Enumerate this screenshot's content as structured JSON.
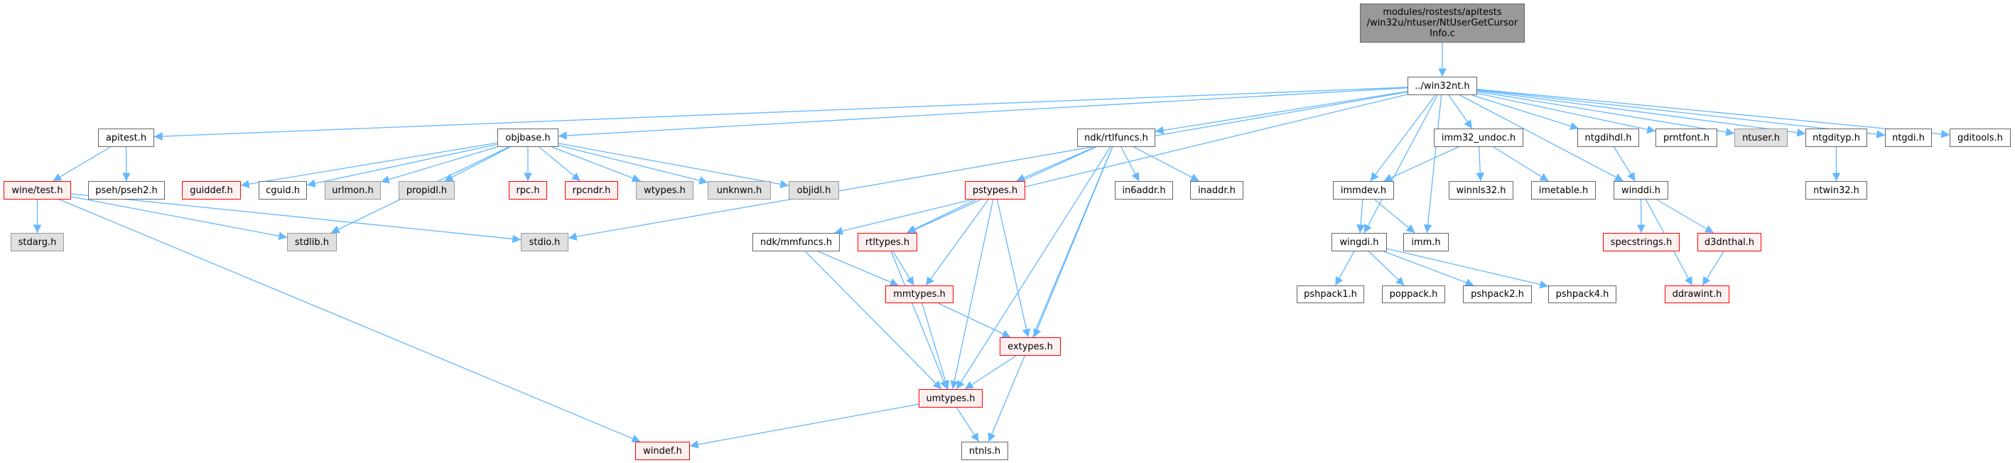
{
  "colors": {
    "edge": "#63b8ff",
    "incomplete_border": "#ff0000",
    "incomplete_fill": "#fff0f0",
    "missing_fill": "#e0e0e0",
    "root_fill": "#999999"
  },
  "nodes": [
    {
      "id": "root",
      "label": "modules/rostests/apitests\n/win32u/ntuser/NtUserGetCursor\nInfo.c",
      "kind": "root"
    },
    {
      "id": "win32nt",
      "label": "../win32nt.h",
      "kind": "normal"
    },
    {
      "id": "apitest",
      "label": "apitest.h",
      "kind": "normal"
    },
    {
      "id": "objbase",
      "label": "objbase.h",
      "kind": "normal"
    },
    {
      "id": "rtlfuncs",
      "label": "ndk/rtlfuncs.h",
      "kind": "normal"
    },
    {
      "id": "imm32undoc",
      "label": "imm32_undoc.h",
      "kind": "normal"
    },
    {
      "id": "ntgdihdl",
      "label": "ntgdihdl.h",
      "kind": "normal"
    },
    {
      "id": "prntfont",
      "label": "prntfont.h",
      "kind": "normal"
    },
    {
      "id": "ntuser",
      "label": "ntuser.h",
      "kind": "missing"
    },
    {
      "id": "ntgdityp",
      "label": "ntgdityp.h",
      "kind": "normal"
    },
    {
      "id": "ntgdi",
      "label": "ntgdi.h",
      "kind": "normal"
    },
    {
      "id": "gditools",
      "label": "gditools.h",
      "kind": "normal"
    },
    {
      "id": "winetest",
      "label": "wine/test.h",
      "kind": "incomplete"
    },
    {
      "id": "pseh2",
      "label": "pseh/pseh2.h",
      "kind": "normal"
    },
    {
      "id": "guiddef",
      "label": "guiddef.h",
      "kind": "incomplete"
    },
    {
      "id": "cguid",
      "label": "cguid.h",
      "kind": "normal"
    },
    {
      "id": "urlmon",
      "label": "urlmon.h",
      "kind": "missing"
    },
    {
      "id": "propidl",
      "label": "propidl.h",
      "kind": "missing"
    },
    {
      "id": "rpc",
      "label": "rpc.h",
      "kind": "incomplete"
    },
    {
      "id": "rpcndr",
      "label": "rpcndr.h",
      "kind": "incomplete"
    },
    {
      "id": "wtypes",
      "label": "wtypes.h",
      "kind": "missing"
    },
    {
      "id": "unknwn",
      "label": "unknwn.h",
      "kind": "missing"
    },
    {
      "id": "objidl",
      "label": "objidl.h",
      "kind": "missing"
    },
    {
      "id": "pstypes",
      "label": "pstypes.h",
      "kind": "incomplete"
    },
    {
      "id": "in6addr",
      "label": "in6addr.h",
      "kind": "normal"
    },
    {
      "id": "inaddr",
      "label": "inaddr.h",
      "kind": "normal"
    },
    {
      "id": "immdev",
      "label": "immdev.h",
      "kind": "normal"
    },
    {
      "id": "winnls32",
      "label": "winnls32.h",
      "kind": "normal"
    },
    {
      "id": "imetable",
      "label": "imetable.h",
      "kind": "normal"
    },
    {
      "id": "winddi",
      "label": "winddi.h",
      "kind": "normal"
    },
    {
      "id": "ntwin32",
      "label": "ntwin32.h",
      "kind": "normal"
    },
    {
      "id": "stdarg",
      "label": "stdarg.h",
      "kind": "missing"
    },
    {
      "id": "stdlib",
      "label": "stdlib.h",
      "kind": "missing"
    },
    {
      "id": "stdio",
      "label": "stdio.h",
      "kind": "missing"
    },
    {
      "id": "mmfuncs",
      "label": "ndk/mmfuncs.h",
      "kind": "normal"
    },
    {
      "id": "rtltypes",
      "label": "rtltypes.h",
      "kind": "incomplete"
    },
    {
      "id": "wingdi",
      "label": "wingdi.h",
      "kind": "normal"
    },
    {
      "id": "imm",
      "label": "imm.h",
      "kind": "normal"
    },
    {
      "id": "specstrings",
      "label": "specstrings.h",
      "kind": "incomplete"
    },
    {
      "id": "d3dnthal",
      "label": "d3dnthal.h",
      "kind": "incomplete"
    },
    {
      "id": "mmtypes",
      "label": "mmtypes.h",
      "kind": "incomplete"
    },
    {
      "id": "pshpack1",
      "label": "pshpack1.h",
      "kind": "normal"
    },
    {
      "id": "poppack",
      "label": "poppack.h",
      "kind": "normal"
    },
    {
      "id": "pshpack2",
      "label": "pshpack2.h",
      "kind": "normal"
    },
    {
      "id": "pshpack4",
      "label": "pshpack4.h",
      "kind": "normal"
    },
    {
      "id": "ddrawint",
      "label": "ddrawint.h",
      "kind": "incomplete"
    },
    {
      "id": "extypes",
      "label": "extypes.h",
      "kind": "incomplete"
    },
    {
      "id": "umtypes",
      "label": "umtypes.h",
      "kind": "incomplete"
    },
    {
      "id": "windef",
      "label": "windef.h",
      "kind": "incomplete"
    },
    {
      "id": "ntnls",
      "label": "ntnls.h",
      "kind": "normal"
    }
  ],
  "edges": [
    [
      "root",
      "win32nt"
    ],
    [
      "win32nt",
      "apitest"
    ],
    [
      "win32nt",
      "objbase"
    ],
    [
      "win32nt",
      "stdio"
    ],
    [
      "win32nt",
      "mmfuncs"
    ],
    [
      "win32nt",
      "rtlfuncs"
    ],
    [
      "win32nt",
      "wingdi"
    ],
    [
      "win32nt",
      "immdev"
    ],
    [
      "win32nt",
      "imm"
    ],
    [
      "win32nt",
      "imm32undoc"
    ],
    [
      "win32nt",
      "winddi"
    ],
    [
      "win32nt",
      "ntgdihdl"
    ],
    [
      "win32nt",
      "prntfont"
    ],
    [
      "win32nt",
      "ntuser"
    ],
    [
      "win32nt",
      "ntgdityp"
    ],
    [
      "win32nt",
      "ntgdi"
    ],
    [
      "win32nt",
      "gditools"
    ],
    [
      "apitest",
      "winetest"
    ],
    [
      "apitest",
      "pseh2"
    ],
    [
      "winetest",
      "stdarg"
    ],
    [
      "winetest",
      "stdlib"
    ],
    [
      "winetest",
      "stdio"
    ],
    [
      "winetest",
      "windef"
    ],
    [
      "objbase",
      "guiddef"
    ],
    [
      "objbase",
      "cguid"
    ],
    [
      "objbase",
      "urlmon"
    ],
    [
      "objbase",
      "propidl"
    ],
    [
      "objbase",
      "stdlib"
    ],
    [
      "objbase",
      "rpc"
    ],
    [
      "objbase",
      "rpcndr"
    ],
    [
      "objbase",
      "wtypes"
    ],
    [
      "objbase",
      "unknwn"
    ],
    [
      "objbase",
      "objidl"
    ],
    [
      "rtlfuncs",
      "pstypes"
    ],
    [
      "rtlfuncs",
      "rtltypes"
    ],
    [
      "rtlfuncs",
      "in6addr"
    ],
    [
      "rtlfuncs",
      "inaddr"
    ],
    [
      "rtlfuncs",
      "extypes"
    ],
    [
      "rtlfuncs",
      "umtypes"
    ],
    [
      "rtlfuncs",
      "ntnls"
    ],
    [
      "pstypes",
      "rtltypes"
    ],
    [
      "pstypes",
      "mmtypes"
    ],
    [
      "pstypes",
      "umtypes"
    ],
    [
      "pstypes",
      "extypes"
    ],
    [
      "mmfuncs",
      "mmtypes"
    ],
    [
      "mmfuncs",
      "umtypes"
    ],
    [
      "rtltypes",
      "mmtypes"
    ],
    [
      "rtltypes",
      "umtypes"
    ],
    [
      "mmtypes",
      "extypes"
    ],
    [
      "mmtypes",
      "umtypes"
    ],
    [
      "extypes",
      "umtypes"
    ],
    [
      "umtypes",
      "ntnls"
    ],
    [
      "umtypes",
      "windef"
    ],
    [
      "imm32undoc",
      "immdev"
    ],
    [
      "imm32undoc",
      "winnls32"
    ],
    [
      "imm32undoc",
      "imetable"
    ],
    [
      "immdev",
      "wingdi"
    ],
    [
      "immdev",
      "imm"
    ],
    [
      "wingdi",
      "pshpack1"
    ],
    [
      "wingdi",
      "poppack"
    ],
    [
      "wingdi",
      "pshpack2"
    ],
    [
      "wingdi",
      "pshpack4"
    ],
    [
      "ntgdihdl",
      "winddi"
    ],
    [
      "winddi",
      "specstrings"
    ],
    [
      "winddi",
      "d3dnthal"
    ],
    [
      "winddi",
      "ddrawint"
    ],
    [
      "d3dnthal",
      "ddrawint"
    ],
    [
      "ntgdityp",
      "ntwin32"
    ]
  ]
}
